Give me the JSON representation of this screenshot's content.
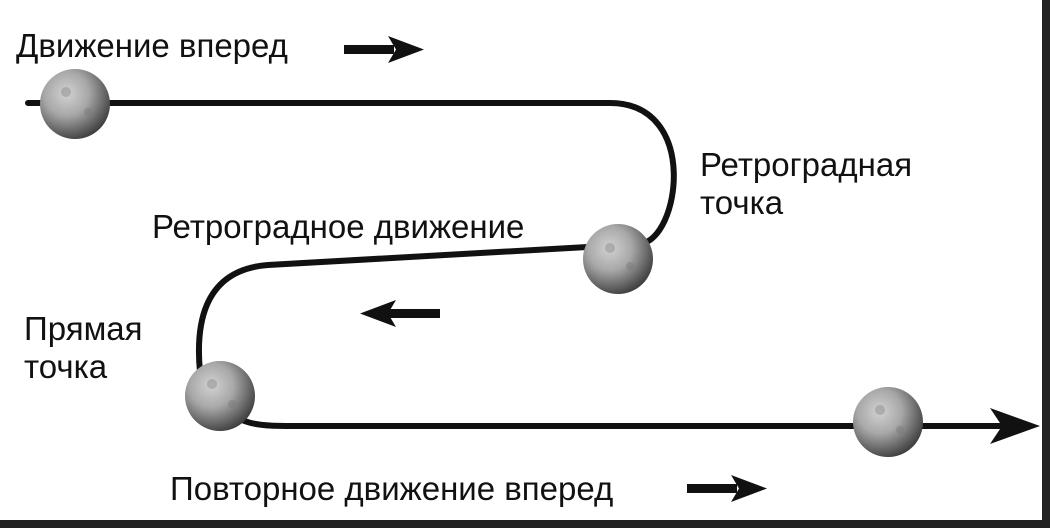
{
  "labels": {
    "forward_motion": "Движение вперед",
    "retrograde_point_line1": "Ретроградная",
    "retrograde_point_line2": "точка",
    "retrograde_motion": "Ретроградное движение",
    "direct_point_line1": "Прямая",
    "direct_point_line2": "точка",
    "forward_again": "Повторное движение вперед"
  },
  "colors": {
    "background": "#ffffff",
    "path": "#111111",
    "text": "#111111",
    "frame": "#222222",
    "planet_light": "#b4b4b4",
    "planet_dark": "#3a3a3a"
  },
  "icons": {
    "planet": "planet-sphere-icon",
    "arrow_right": "arrow-right-icon",
    "arrow_left": "arrow-left-icon"
  }
}
